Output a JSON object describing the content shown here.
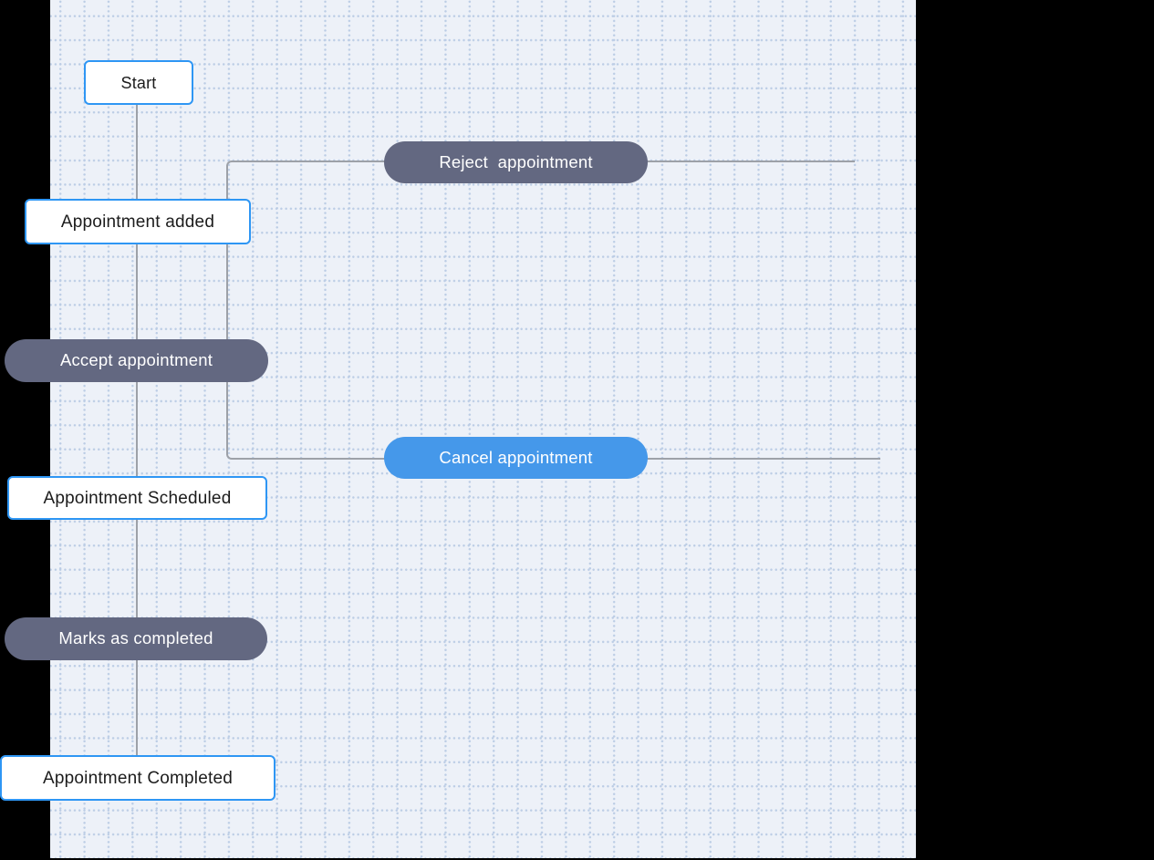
{
  "app": {
    "name": "appointment-workflow-canvas"
  },
  "colors": {
    "canvas_bg": "#EDF1F8",
    "grid_dot": "#BCCDE5",
    "connector": "#9DA1A8",
    "state_border": "#2E96F4",
    "state_bg": "#FFFFFF",
    "state_text": "#1C1C1C",
    "action_dark_bg": "#636881",
    "action_blue_bg": "#4598EA",
    "action_text": "#FFFFFF",
    "frame": "#000000"
  },
  "nodes": {
    "start": {
      "label": "Start",
      "type": "state"
    },
    "reject": {
      "label": "Reject  appointment",
      "type": "action-dark"
    },
    "appointment_added": {
      "label": "Appointment added",
      "type": "state"
    },
    "accept": {
      "label": "Accept appointment",
      "type": "action-dark"
    },
    "cancel": {
      "label": "Cancel appointment",
      "type": "action-blue"
    },
    "scheduled": {
      "label": "Appointment Scheduled",
      "type": "state"
    },
    "marks_completed": {
      "label": "Marks as completed",
      "type": "action-dark"
    },
    "completed": {
      "label": "Appointment Completed",
      "type": "state"
    }
  }
}
